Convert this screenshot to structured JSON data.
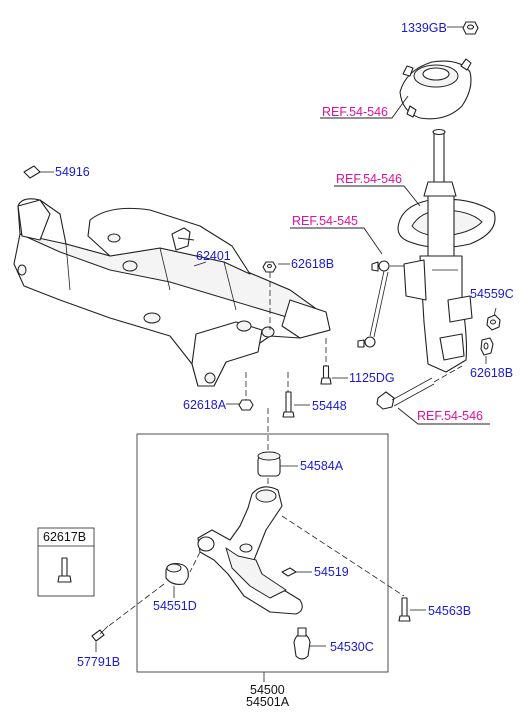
{
  "labels": {
    "p1339GB": "1339GB",
    "p54916": "54916",
    "p62401": "62401",
    "p62618B_top": "62618B",
    "p62618A": "62618A",
    "p55448": "55448",
    "p1125DG": "1125DG",
    "p54559C": "54559C",
    "p62618B_right": "62618B",
    "p54584A": "54584A",
    "p54519": "54519",
    "p54551D": "54551D",
    "p54563B": "54563B",
    "p54530C": "54530C",
    "p57791B": "57791B",
    "p62617B": "62617B",
    "p54500": "54500",
    "p54501A": "54501A"
  },
  "refs": {
    "ref_mount": "REF.54-546",
    "ref_strut": "REF.54-546",
    "ref_stabilizer": "REF.54-545",
    "ref_bolt": "REF.54-546"
  },
  "colors": {
    "part_number": "#1a1ad6",
    "reference": "#e0109e",
    "line": "#222222"
  }
}
